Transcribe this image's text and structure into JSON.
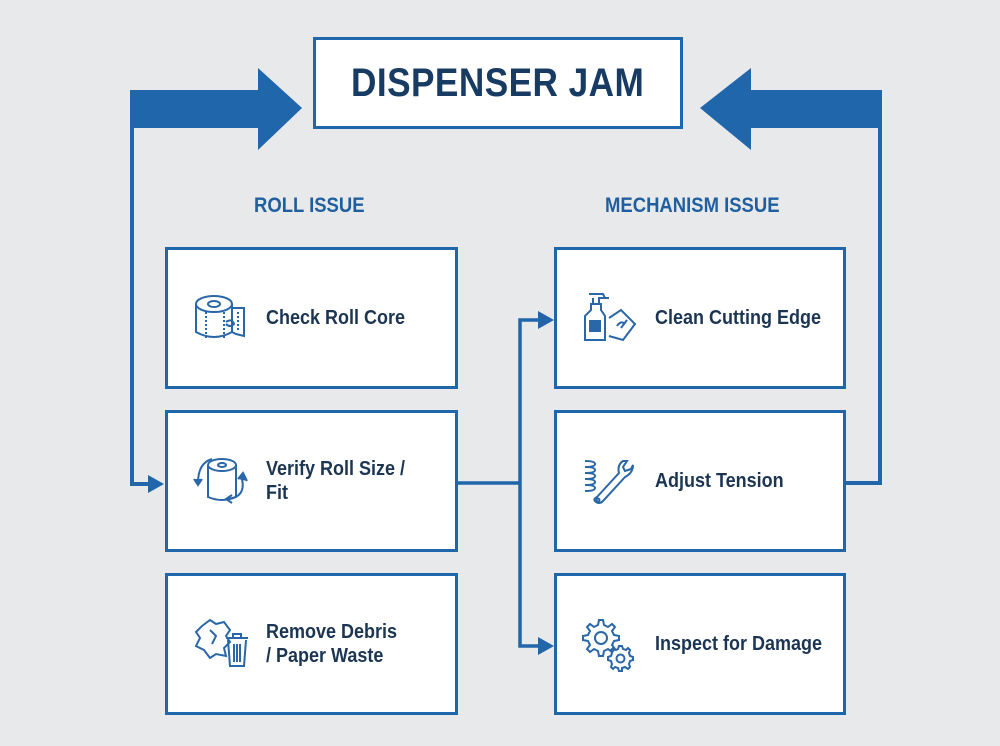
{
  "diagram": {
    "title": "DISPENSER JAM",
    "sections": {
      "left": "ROLL ISSUE",
      "right": "MECHANISM ISSUE"
    },
    "roll_issue_steps": [
      {
        "label": "Check Roll Core",
        "icon": "toilet-paper-roll-icon"
      },
      {
        "label": "Verify Roll Size /\nFit",
        "icon": "roll-rotate-icon"
      },
      {
        "label": "Remove Debris\n/ Paper Waste",
        "icon": "trash-debris-icon"
      }
    ],
    "mechanism_issue_steps": [
      {
        "label": "Clean Cutting Edge",
        "icon": "spray-bottle-cloth-icon"
      },
      {
        "label": "Adjust Tension",
        "icon": "spring-wrench-icon"
      },
      {
        "label": "Inspect for Damage",
        "icon": "gears-icon"
      }
    ],
    "colors": {
      "accent": "#1f66ab",
      "title_text": "#173b63",
      "section_text": "#1f5f9f",
      "body_text": "#1b3552",
      "background": "#e8e9eb"
    }
  }
}
